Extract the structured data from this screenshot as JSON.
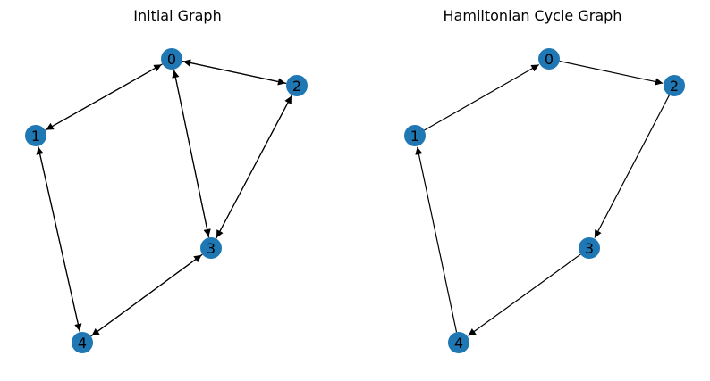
{
  "graphs": [
    {
      "title": "Initial Graph",
      "nodes": [
        "0",
        "1",
        "2",
        "3",
        "4"
      ],
      "edges": [
        [
          "0",
          "1"
        ],
        [
          "1",
          "0"
        ],
        [
          "0",
          "2"
        ],
        [
          "2",
          "0"
        ],
        [
          "0",
          "3"
        ],
        [
          "3",
          "0"
        ],
        [
          "1",
          "4"
        ],
        [
          "4",
          "1"
        ],
        [
          "2",
          "3"
        ],
        [
          "3",
          "2"
        ],
        [
          "3",
          "4"
        ],
        [
          "4",
          "3"
        ]
      ]
    },
    {
      "title": "Hamiltonian Cycle Graph",
      "nodes": [
        "0",
        "1",
        "2",
        "3",
        "4"
      ],
      "edges": [
        [
          "0",
          "2"
        ],
        [
          "2",
          "3"
        ],
        [
          "3",
          "4"
        ],
        [
          "4",
          "1"
        ],
        [
          "1",
          "0"
        ]
      ]
    }
  ],
  "colors": {
    "node": "#1f77b4",
    "edge": "#000000"
  }
}
